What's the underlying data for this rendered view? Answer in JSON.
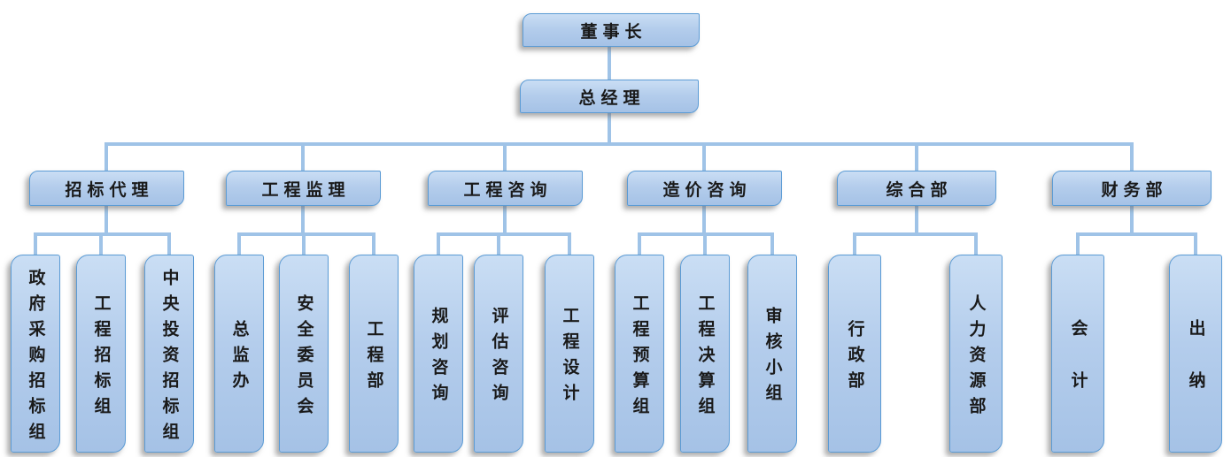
{
  "org": {
    "title": "organization-chart",
    "level1": {
      "label": "董事长"
    },
    "level2": {
      "label": "总经理"
    },
    "departments": [
      {
        "label": "招标代理",
        "children": [
          {
            "label": "政府采购招标组"
          },
          {
            "label": "工程招标组"
          },
          {
            "label": "中央投资招标组"
          }
        ]
      },
      {
        "label": "工程监理",
        "children": [
          {
            "label": "总监办"
          },
          {
            "label": "安全委员会"
          },
          {
            "label": "工程部"
          }
        ]
      },
      {
        "label": "工程咨询",
        "children": [
          {
            "label": "规划咨询"
          },
          {
            "label": "评估咨询"
          },
          {
            "label": "工程设计"
          }
        ]
      },
      {
        "label": "造价咨询",
        "children": [
          {
            "label": "工程预算组"
          },
          {
            "label": "工程决算组"
          },
          {
            "label": "审核小组"
          }
        ]
      },
      {
        "label": "综合部",
        "children": [
          {
            "label": "行政部"
          },
          {
            "label": "人力资源部"
          }
        ]
      },
      {
        "label": "财务部",
        "children": [
          {
            "label": "会计"
          },
          {
            "label": "出纳"
          }
        ]
      }
    ],
    "colors": {
      "box_border": "#5b9bd5",
      "box_fill_top": "#cadef4",
      "box_fill_bottom": "#a5c2e6",
      "connector": "#9fc3e7",
      "text": "#1a1a1a",
      "background": "#ffffff"
    }
  }
}
